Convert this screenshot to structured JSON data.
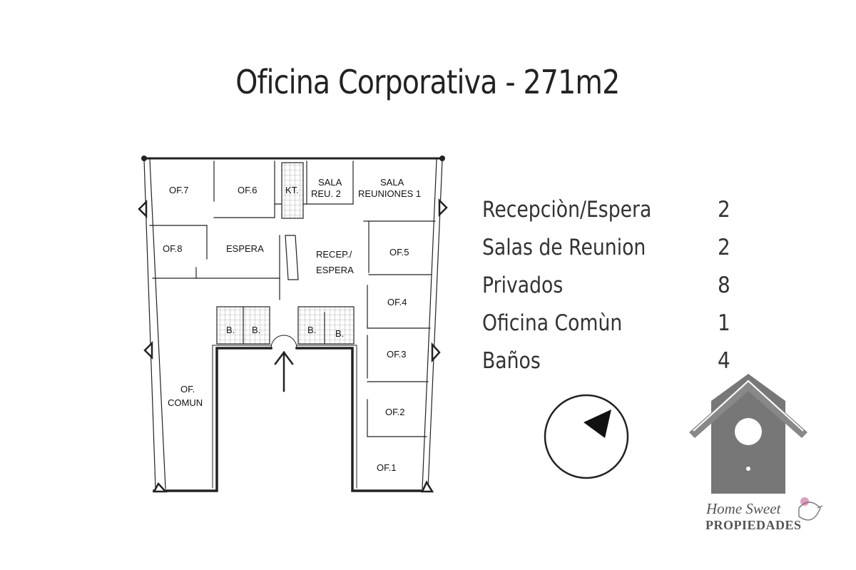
{
  "title": "Oficina Corporativa - 271m2",
  "legend": [
    {
      "label": "Recepciòn/Espera",
      "count": "2"
    },
    {
      "label": "Salas de Reunion",
      "count": "2"
    },
    {
      "label": "Privados",
      "count": "8"
    },
    {
      "label": "Oficina Comùn",
      "count": "1"
    },
    {
      "label": "Baños",
      "count": "4"
    }
  ],
  "rooms": {
    "of7": "OF.7",
    "of6": "OF.6",
    "kt": "KT.",
    "sala_reu2_line1": "SALA",
    "sala_reu2_line2": "REU. 2",
    "sala_reuniones1_line1": "SALA",
    "sala_reuniones1_line2": "REUNIONES 1",
    "of8": "OF.8",
    "espera": "ESPERA",
    "recep_line1": "RECEP./",
    "recep_line2": "ESPERA",
    "of5": "OF.5",
    "of4": "OF.4",
    "of3": "OF.3",
    "of2": "OF.2",
    "of1": "OF.1",
    "bath": "B.",
    "of_comun_line1": "OF.",
    "of_comun_line2": "COMUN"
  },
  "logo": {
    "line1": "Home Sweet",
    "line2": "PROPIEDADES",
    "house_color": "#777777",
    "accent_color": "#e59bbf"
  }
}
